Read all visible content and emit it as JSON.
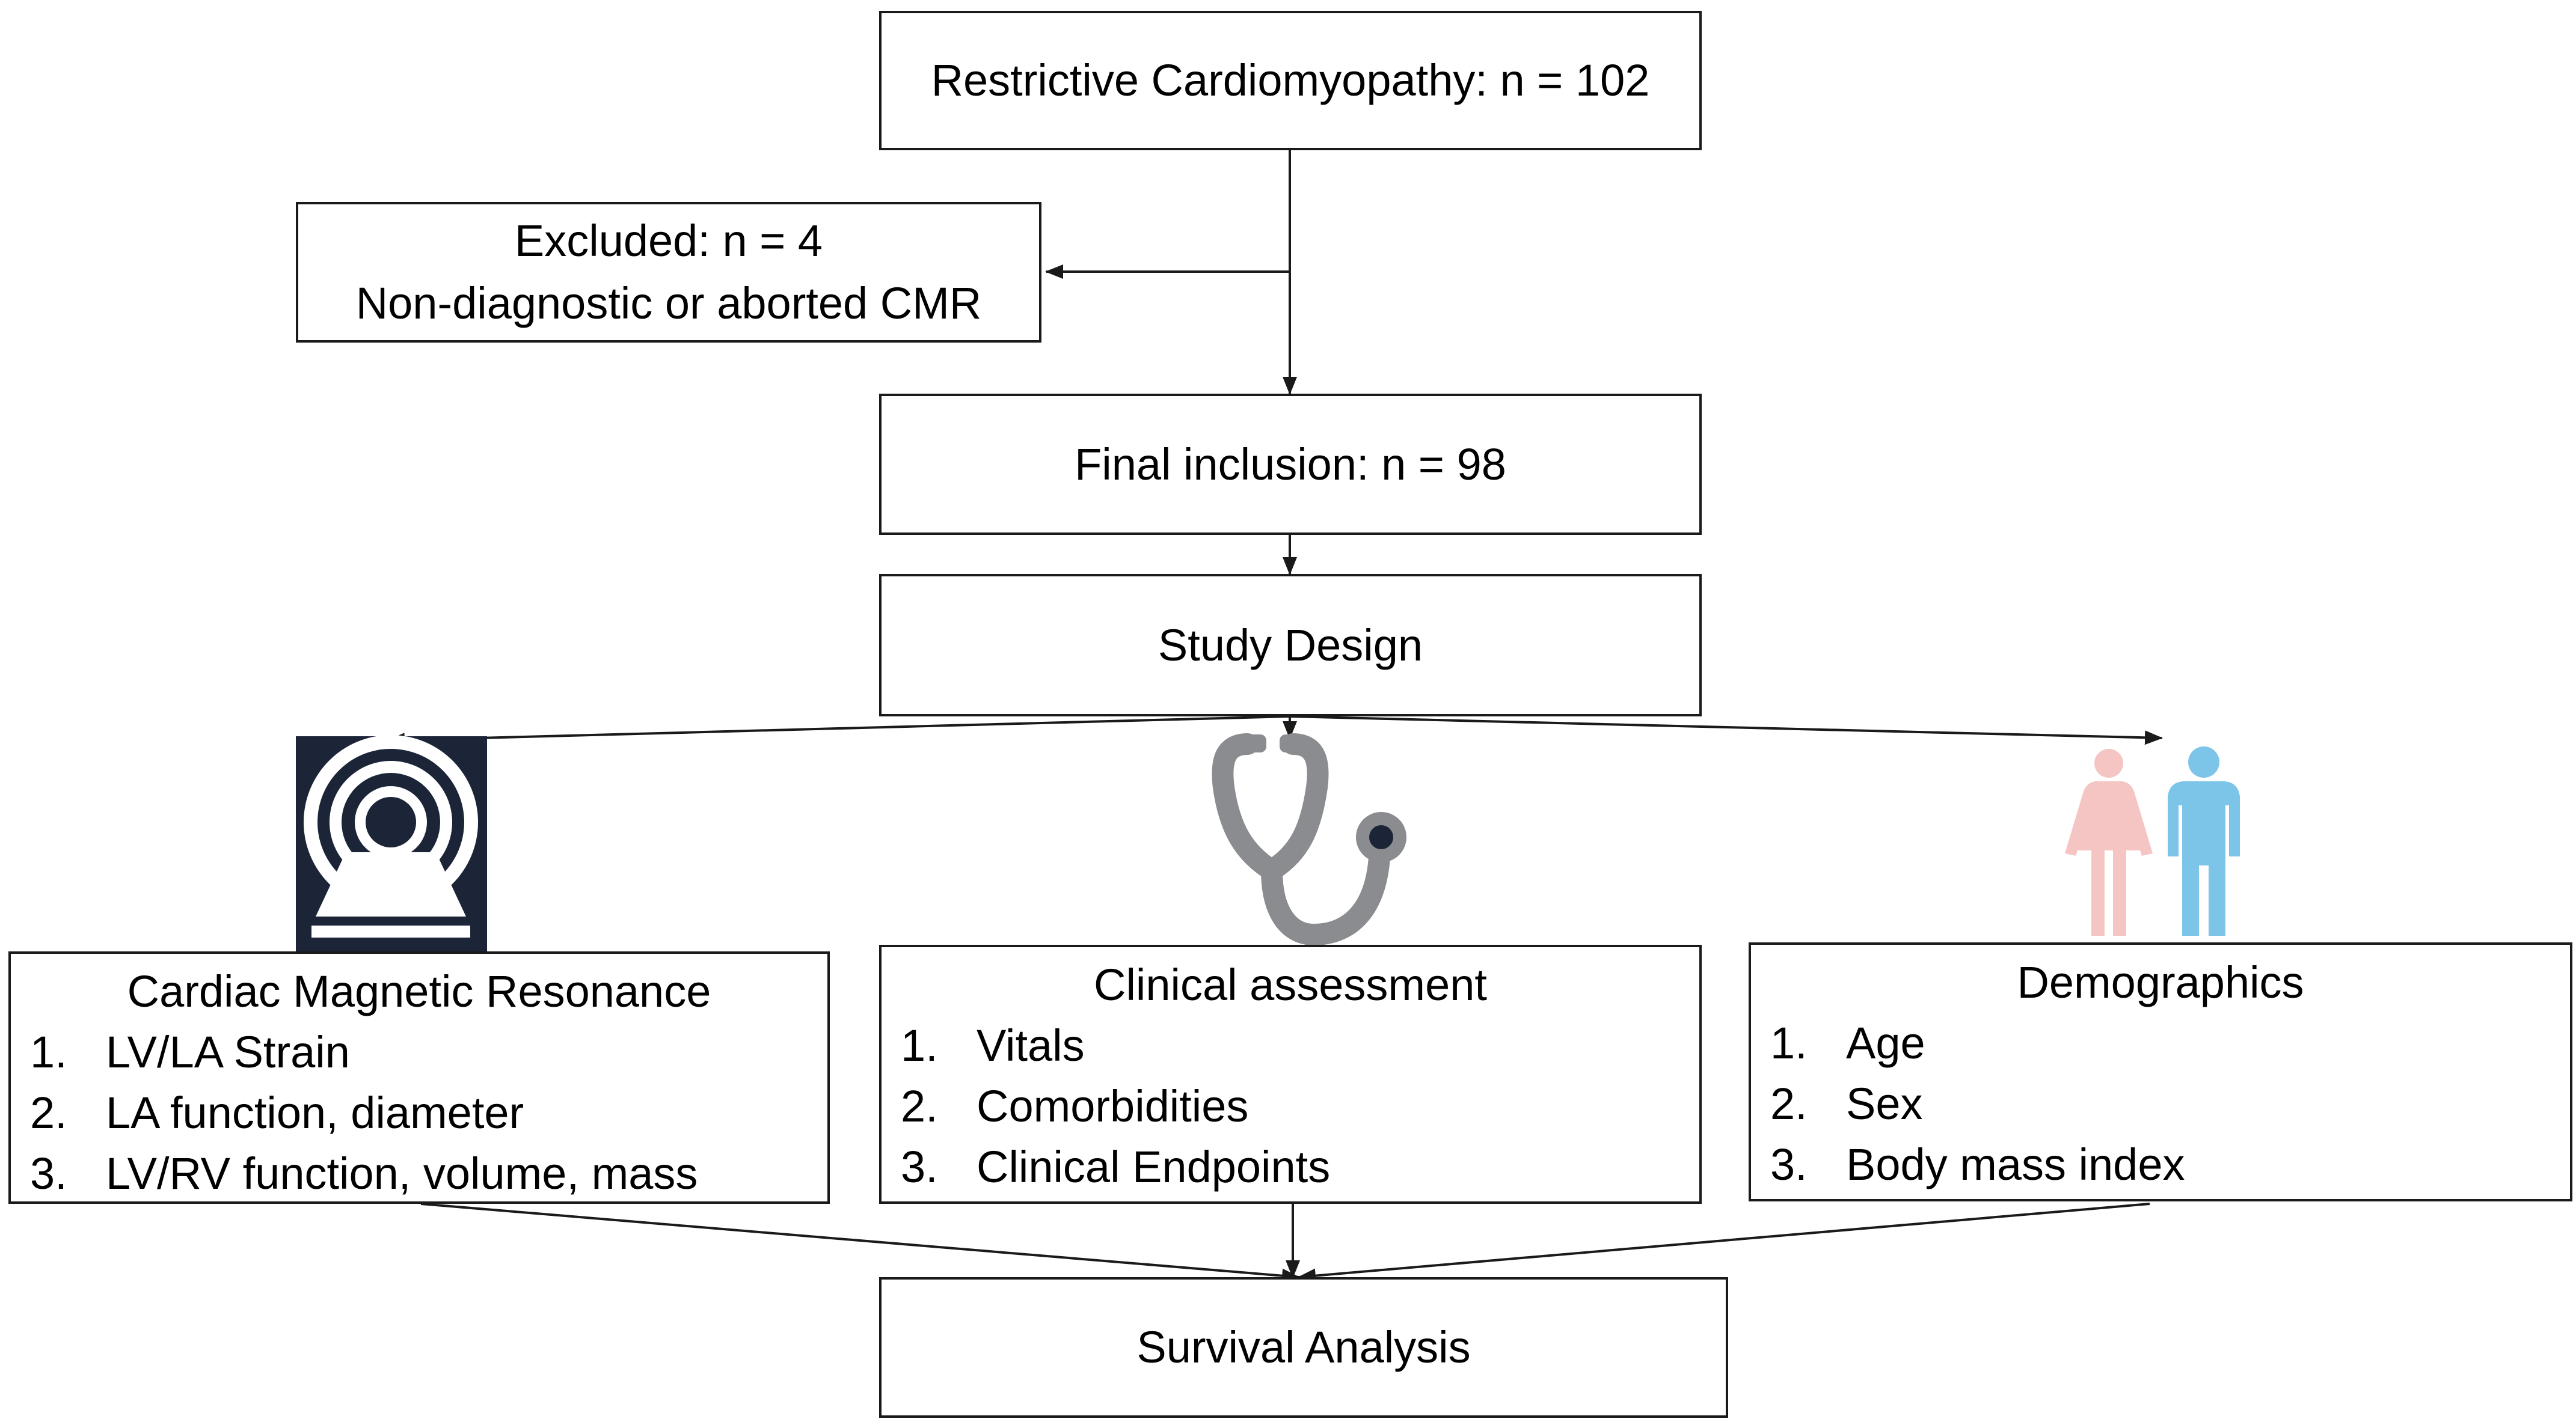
{
  "nodes": {
    "rcm": {
      "text": "Restrictive Cardiomyopathy: n = 102"
    },
    "excluded": {
      "line1": "Excluded: n = 4",
      "line2": "Non-diagnostic or aborted CMR"
    },
    "final": {
      "text": "Final inclusion: n = 98"
    },
    "design": {
      "text": "Study Design"
    },
    "cmr": {
      "title": "Cardiac Magnetic Resonance",
      "items": [
        {
          "num": "1.",
          "text": "LV/LA Strain"
        },
        {
          "num": "2.",
          "text": "LA function, diameter"
        },
        {
          "num": "3.",
          "text": "LV/RV function, volume, mass"
        }
      ]
    },
    "clinical": {
      "title": "Clinical assessment",
      "items": [
        {
          "num": "1.",
          "text": "Vitals"
        },
        {
          "num": "2.",
          "text": "Comorbidities"
        },
        {
          "num": "3.",
          "text": "Clinical Endpoints"
        }
      ]
    },
    "demographics": {
      "title": "Demographics",
      "items": [
        {
          "num": "1.",
          "text": "Age"
        },
        {
          "num": "2.",
          "text": "Sex"
        },
        {
          "num": "3.",
          "text": "Body mass index"
        }
      ]
    },
    "survival": {
      "text": "Survival Analysis"
    }
  },
  "icons": {
    "mri": {
      "name": "mri-scanner-icon",
      "bg": "#1c2438",
      "fg": "#ffffff"
    },
    "stethoscope": {
      "name": "stethoscope-icon",
      "color": "#8a8c90",
      "accent": "#1c2438"
    },
    "people": {
      "name": "people-icon",
      "female": "#f4c5c3",
      "male": "#7cc4e8"
    }
  },
  "colors": {
    "line": "#1a1a1a",
    "border": "#1a1a1a"
  }
}
